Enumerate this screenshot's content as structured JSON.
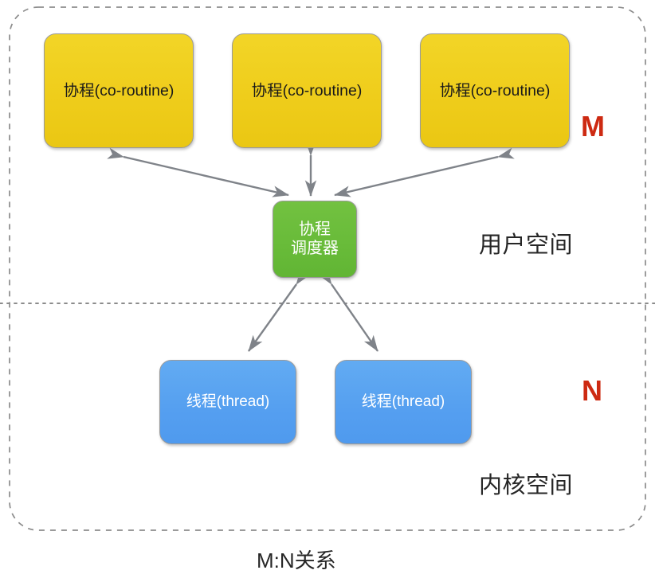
{
  "diagram": {
    "caption": "M:N关系",
    "container": {
      "name": "dashed-rounded-container",
      "border_style": "dashed",
      "border_color": "#8c8c8c"
    },
    "divider": {
      "name": "user-kernel-divider",
      "style": "dotted",
      "color": "#8c8c8c"
    },
    "regions": [
      {
        "id": "user-space",
        "label": "用户空间",
        "multiplicity": "M",
        "multiplicity_color": "#cd2a12"
      },
      {
        "id": "kernel-space",
        "label": "内核空间",
        "multiplicity": "N",
        "multiplicity_color": "#cd2a12"
      }
    ],
    "coroutines": [
      {
        "label": "协程(co-routine)"
      },
      {
        "label": "协程(co-routine)"
      },
      {
        "label": "协程(co-routine)"
      }
    ],
    "scheduler": {
      "line1": "协程",
      "line2": "调度器"
    },
    "threads": [
      {
        "label": "线程(thread)"
      },
      {
        "label": "线程(thread)"
      }
    ],
    "colors": {
      "coroutine_fill": "#efcd1b",
      "scheduler_fill": "#68bb39",
      "thread_fill": "#559ff0",
      "arrow": "#7f8389",
      "node_border": "#9a9a9a"
    },
    "connectors": [
      {
        "from": "scheduler",
        "to": "coroutine-1",
        "type": "double-arrow"
      },
      {
        "from": "scheduler",
        "to": "coroutine-2",
        "type": "double-arrow"
      },
      {
        "from": "scheduler",
        "to": "coroutine-3",
        "type": "double-arrow"
      },
      {
        "from": "scheduler",
        "to": "thread-1",
        "type": "double-arrow"
      },
      {
        "from": "scheduler",
        "to": "thread-2",
        "type": "double-arrow"
      }
    ]
  }
}
